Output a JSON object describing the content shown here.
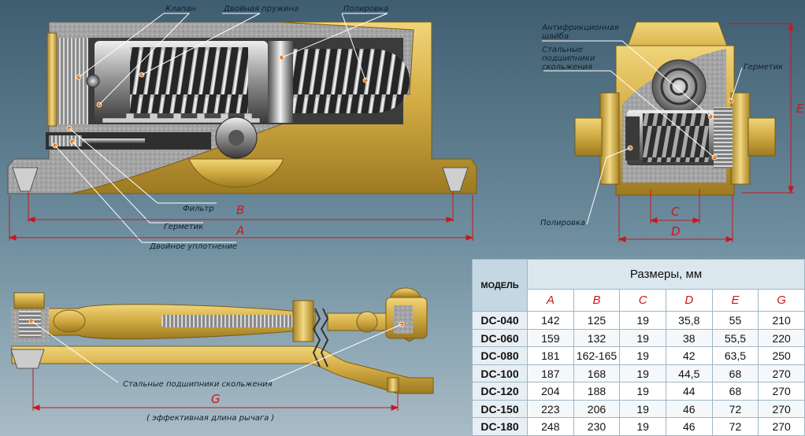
{
  "labels": {
    "valve": "Клапан",
    "double_spring": "Двойная пружина",
    "polishing_top": "Полировка",
    "filter": "Фильтр",
    "sealant_left": "Герметик",
    "double_seal": "Двойное уплотнение",
    "antifriction_washer": "Антифрикционная шайба",
    "steel_bearings_right": "Стальные подшипники скольжения",
    "sealant_right": "Герметик",
    "polishing_right": "Полировка",
    "steel_bearings_lever": "Стальные подшипники скольжения",
    "lever_length": "( эффективная длина рычага )"
  },
  "dimension_letters": {
    "A": "A",
    "B": "B",
    "C": "C",
    "D": "D",
    "E": "E",
    "G": "G"
  },
  "table": {
    "model_header": "МОДЕЛЬ",
    "group_header": "Размеры, мм",
    "columns": [
      "A",
      "B",
      "C",
      "D",
      "E",
      "G"
    ],
    "rows": [
      {
        "model": "DC-040",
        "values": [
          "142",
          "125",
          "19",
          "35,8",
          "55",
          "210"
        ]
      },
      {
        "model": "DC-060",
        "values": [
          "159",
          "132",
          "19",
          "38",
          "55,5",
          "220"
        ]
      },
      {
        "model": "DC-080",
        "values": [
          "181",
          "162-165",
          "19",
          "42",
          "63,5",
          "250"
        ]
      },
      {
        "model": "DC-100",
        "values": [
          "187",
          "168",
          "19",
          "44,5",
          "68",
          "270"
        ]
      },
      {
        "model": "DC-120",
        "values": [
          "204",
          "188",
          "19",
          "44",
          "68",
          "270"
        ]
      },
      {
        "model": "DC-150",
        "values": [
          "223",
          "206",
          "19",
          "46",
          "72",
          "270"
        ]
      },
      {
        "model": "DC-180",
        "values": [
          "248",
          "230",
          "19",
          "46",
          "72",
          "270"
        ]
      }
    ]
  },
  "colors": {
    "brass": "#d6b04a",
    "cutaway": "#9a9a9a",
    "dimension": "#c8171c",
    "leader": "#ffffff",
    "callout_dot": "#e2781a"
  }
}
